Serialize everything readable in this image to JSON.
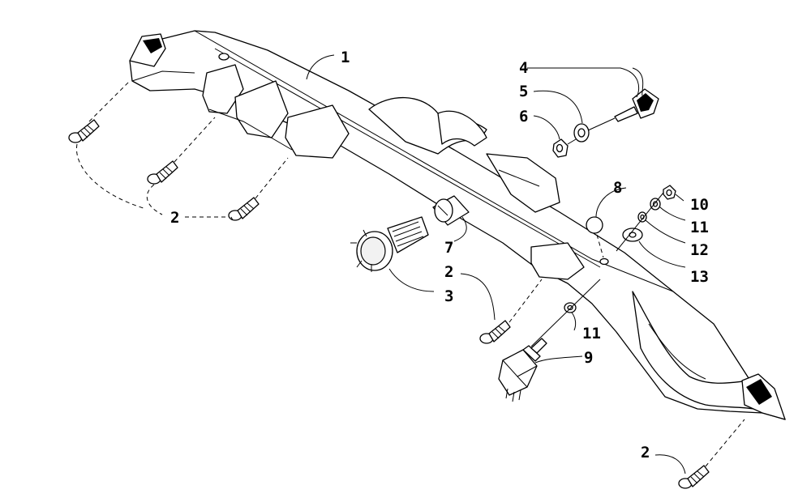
{
  "callouts": {
    "c1": "1",
    "c2a": "2",
    "c2b": "2",
    "c2c": "2",
    "c3": "3",
    "c4": "4",
    "c5": "5",
    "c6": "6",
    "c7": "7",
    "c8": "8",
    "c9": "9",
    "c10": "10",
    "c11a": "11",
    "c11b": "11",
    "c12": "12",
    "c13": "13"
  }
}
